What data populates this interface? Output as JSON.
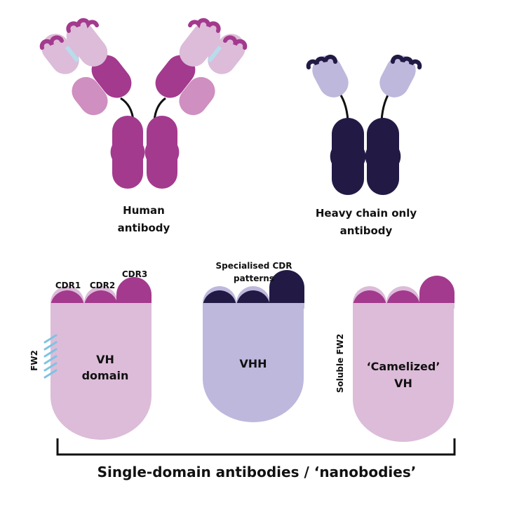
{
  "colors": {
    "magenta": "#a33a8e",
    "magenta_light": "#cf8fc0",
    "pink_pale": "#dcbcd8",
    "navy": "#221a45",
    "lavender": "#bdb8dc",
    "hatch": "#7ec3e4",
    "text": "#111111"
  },
  "antibodies": {
    "human": {
      "line1": "Human",
      "line2": "antibody"
    },
    "heavy_chain": {
      "line1": "Heavy chain only",
      "line2": "antibody"
    }
  },
  "domains": {
    "vh": {
      "line1": "VH",
      "line2": "domain",
      "fw2": "FW2",
      "cdr1": "CDR1",
      "cdr2": "CDR2",
      "cdr3": "CDR3"
    },
    "vhh": {
      "label": "VHH",
      "cdr_line1": "Specialised CDR",
      "cdr_line2": "patterns"
    },
    "camelized": {
      "line1": "‘Camelized’",
      "line2": "VH",
      "side": "Soluble FW2"
    }
  },
  "footer": {
    "caption": "Single-domain antibodies / ‘nanobodies’"
  }
}
